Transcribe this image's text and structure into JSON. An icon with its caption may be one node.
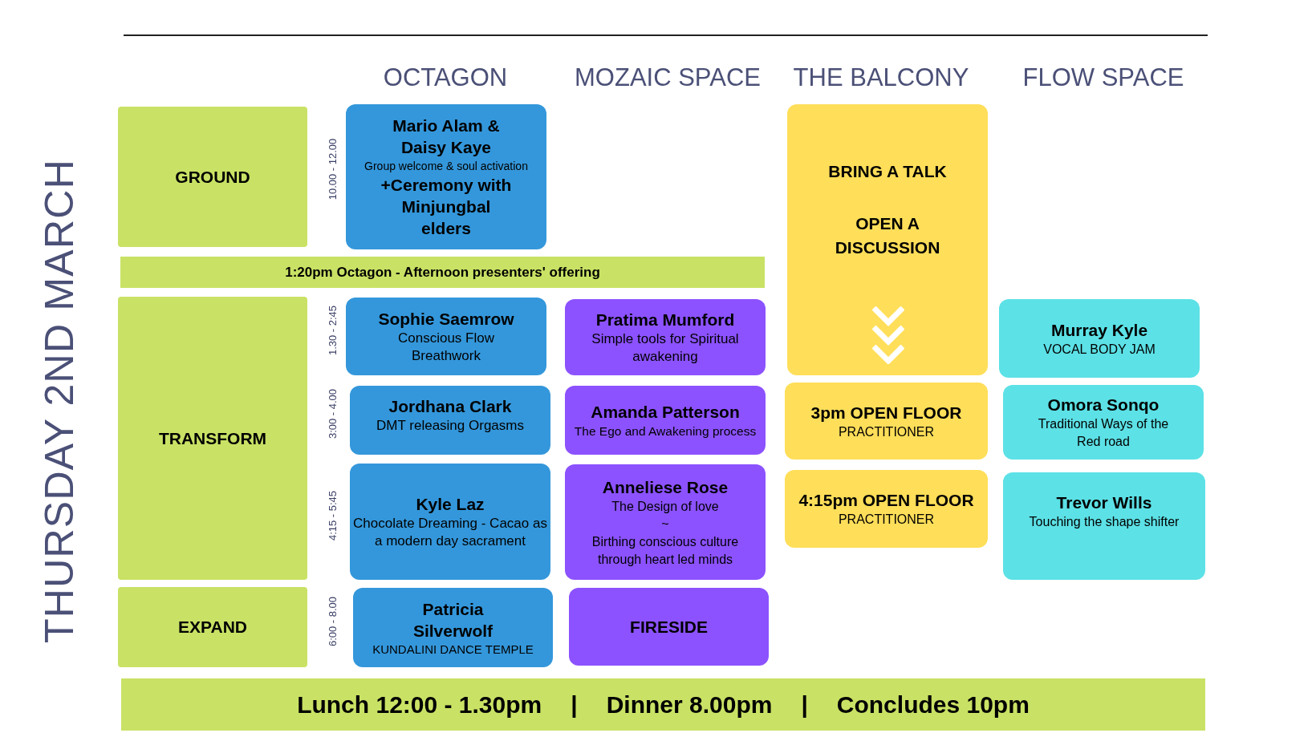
{
  "diagram": {
    "title": "THURSDAY 2ND MARCH",
    "nodes": [
      {
        "text": [
          "GROUND"
        ]
      },
      {
        "text": [
          "TRANSFORM"
        ]
      },
      {
        "text": [
          "EXPAND"
        ]
      },
      {
        "text": [
          "1:20pm Octagon - Afternoon presenters' offering"
        ]
      },
      {
        "text": [
          "Mario Alam & Daisy Kaye",
          "Group welcome & soul activation",
          "+Ceremony with Minjungbal elders"
        ],
        "beside": [
          "10.00 - 12.00"
        ]
      },
      {
        "text": [
          "Sophie Saemrow",
          "Conscious Flow Breathwork"
        ],
        "beside": [
          "1.30 - 2:45"
        ]
      },
      {
        "text": [
          "Jordhana Clark",
          "DMT releasing Orgasms"
        ],
        "beside": [
          "3:00 - 4.00"
        ]
      },
      {
        "text": [
          "Kyle Laz",
          "Chocolate Dreaming - Cacao as a modern day sacrament"
        ],
        "beside": [
          "4:15 - 5:45"
        ]
      },
      {
        "text": [
          "Patricia Silverwolf",
          "KUNDALINI DANCE TEMPLE"
        ],
        "beside": [
          "6:00 - 8.00"
        ]
      },
      {
        "text": [
          "Pratima Mumford",
          "Simple tools for Spiritual awakening"
        ]
      },
      {
        "text": [
          "Amanda Patterson",
          "The Ego and Awakening process"
        ]
      },
      {
        "text": [
          "Anneliese Rose",
          "The Design of love",
          "~",
          "Birthing conscious culture through heart led minds"
        ]
      },
      {
        "text": [
          "FIRESIDE"
        ]
      },
      {
        "text": [
          "BRING A TALK",
          "OPEN A DISCUSSION"
        ]
      },
      {
        "text": [
          "3pm OPEN FLOOR",
          "PRACTITIONER"
        ]
      },
      {
        "text": [
          "4:15pm OPEN FLOOR",
          "PRACTITIONER"
        ]
      },
      {
        "text": [
          "Murray Kyle",
          "VOCAL BODY JAM"
        ]
      },
      {
        "text": [
          "Omora Sonqo",
          "Traditional Ways of the Red road"
        ]
      },
      {
        "text": [
          "Trevor Wills",
          "Touching the shape shifter"
        ]
      },
      {
        "text": [
          "Lunch 12:00 - 1.30pm",
          "|",
          "Dinner 8.00pm",
          "|",
          "Concludes 10pm"
        ]
      }
    ],
    "labels": [
      "OCTAGON",
      "MOZAIC SPACE",
      "THE BALCONY",
      "FLOW SPACE"
    ]
  }
}
